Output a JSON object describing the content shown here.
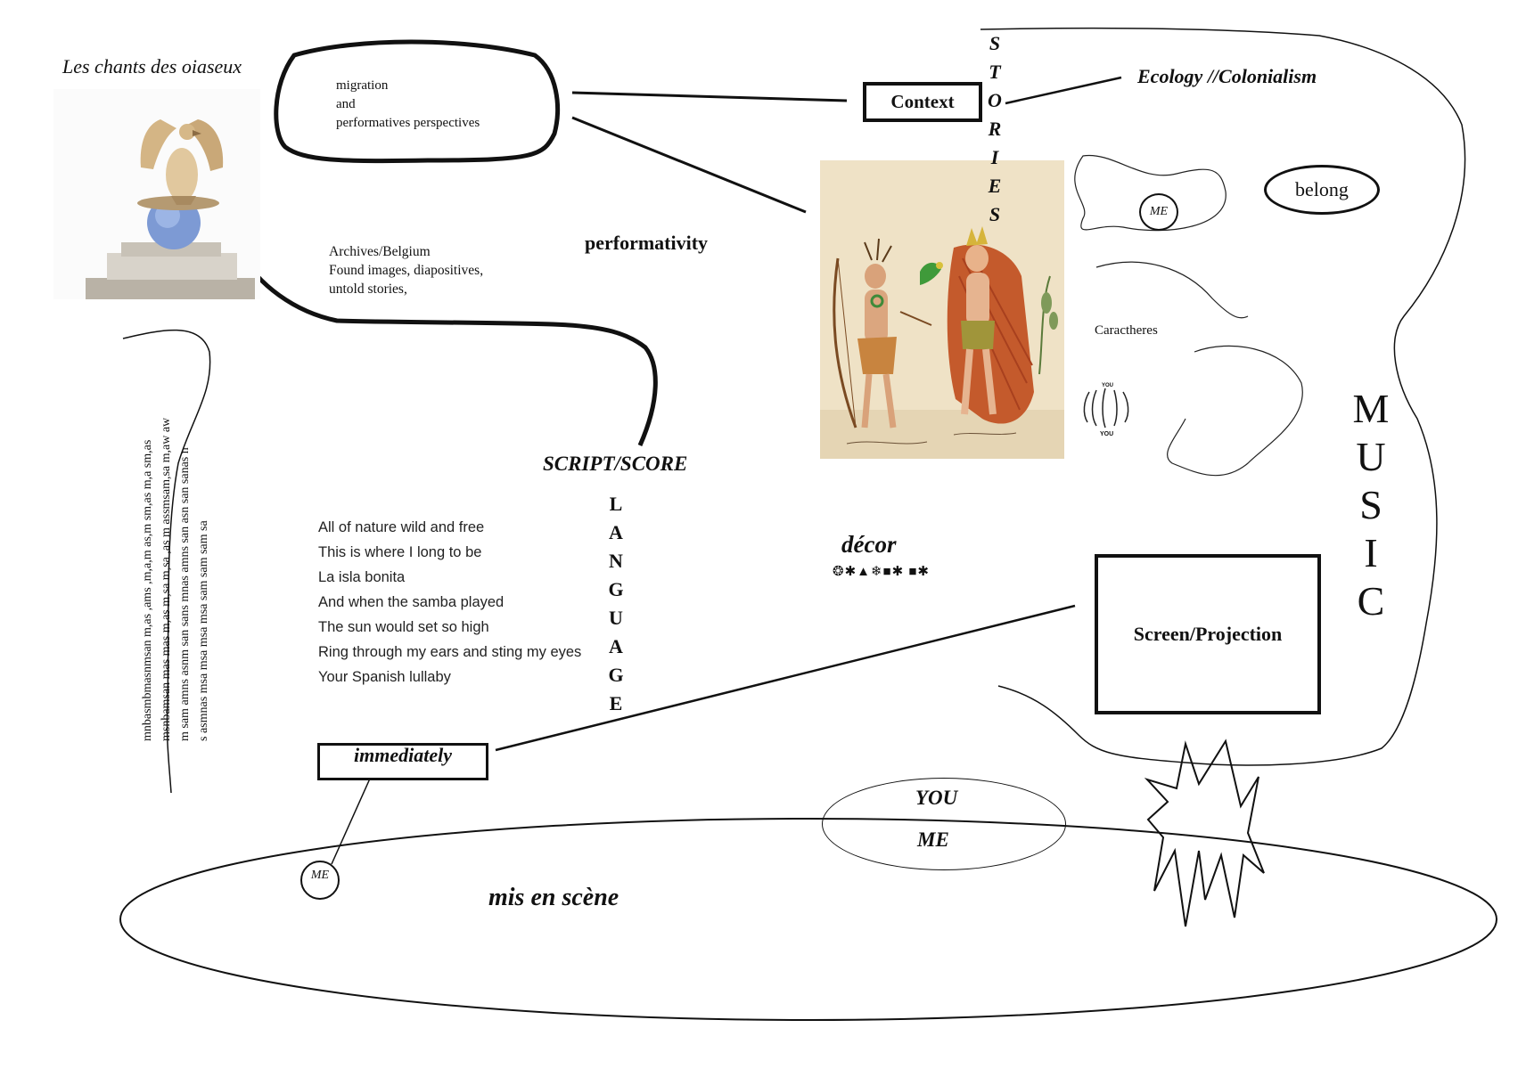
{
  "title_birds": "Les chants des oiaseux",
  "migration_box": {
    "lines": [
      "migration",
      "and",
      "performatives perspectives"
    ]
  },
  "context_label": "Context",
  "stories_letters": [
    "S",
    "T",
    "O",
    "R",
    "I",
    "E",
    "S"
  ],
  "ecology_label": "Ecology //Colonialism",
  "belong_label": "belong",
  "me_small_top": "ME",
  "caractheres_label": "Caractheres",
  "you_glyph_top": "YOU",
  "you_glyph_bottom": "YOU",
  "archives_lines": [
    "Archives/Belgium",
    "Found images, diapositives,",
    "untold stories,"
  ],
  "performativity_label": "performativity",
  "script_score_label": "SCRIPT/SCORE",
  "language_letters": [
    "L",
    "A",
    "N",
    "G",
    "U",
    "A",
    "G",
    "E"
  ],
  "song_lines": [
    "All of nature wild and free",
    "This is where I long to be",
    "La isla bonita",
    "And when the samba played",
    "The sun would set so high",
    "Ring through my ears and sting my eyes",
    "Your Spanish lullaby"
  ],
  "vertical_columns": [
    "mnbasmbmasnmsan m,as ,ams ,m,a,m as,m sm,as m,a sm,as",
    "msnbamsan mas mas m,as m,sa m,sa ,as m assmsam,sa m,aw aw",
    "m sam amns asnm san sans mnas amns san asn san sanas n",
    "s asmnas msa msa msa msa sam sam sam sa"
  ],
  "decor_label": "décor",
  "decor_symbols": "❂✱▲❄■✱ ■✱",
  "music_letters": [
    "M",
    "U",
    "S",
    "I",
    "C"
  ],
  "screen_label": "Screen/Projection",
  "immediately_label": "immediately",
  "me_small_bottom": "ME",
  "you_label": "YOU",
  "me_label": "ME",
  "mis_en_scene_label": "mis en scène"
}
